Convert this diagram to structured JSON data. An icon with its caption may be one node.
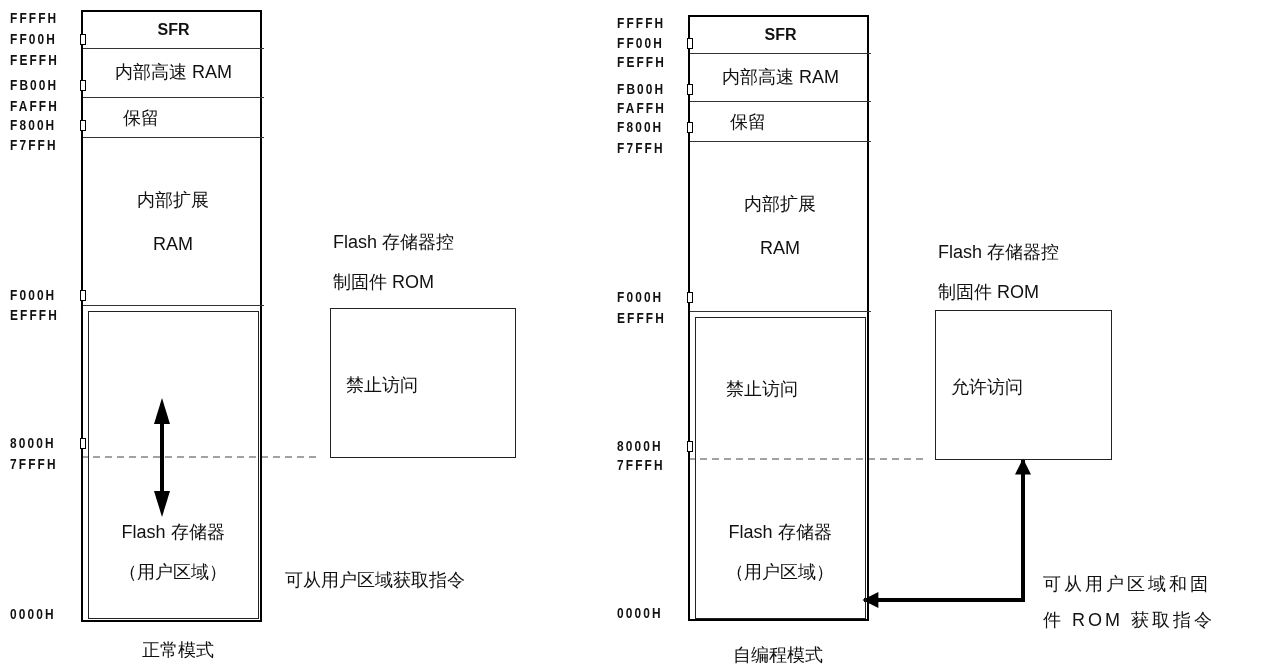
{
  "diagram": {
    "nodes": [
      {
        "text": [],
        "shape": "box",
        "beside": [
          "正常模式"
        ]
      },
      {
        "text": [
          "SFR"
        ],
        "in": 0
      },
      {
        "text": [
          "内部高速 RAM"
        ],
        "in": 0
      },
      {
        "text": [
          "保留"
        ],
        "in": 0
      },
      {
        "text": [
          "内部扩展 RAM"
        ],
        "in": 0
      },
      {
        "text": [
          "Flash 存储器（用户区域）"
        ],
        "in": 0
      },
      {
        "text": [
          "Flash 存储器控制固件 ROM",
          "禁止访问"
        ]
      },
      {
        "text": [],
        "shape": "box",
        "beside": [
          "自编程模式"
        ]
      },
      {
        "text": [
          "SFR"
        ],
        "in": 7
      },
      {
        "text": [
          "内部高速 RAM"
        ],
        "in": 7
      },
      {
        "text": [
          "保留"
        ],
        "in": 7
      },
      {
        "text": [
          "内部扩展 RAM"
        ],
        "in": 7
      },
      {
        "text": [
          "禁止访问",
          "Flash 存储器（用户区域）"
        ],
        "in": 7
      },
      {
        "text": [
          "Flash 存储器控制固件 ROM",
          "允许访问"
        ]
      }
    ],
    "edges": [
      {
        "from": 12,
        "to": 13,
        "arrow": "both"
      }
    ],
    "labels": [
      "FFFFH",
      "FF00H",
      "FEFFH",
      "FB00H",
      "FAFFH",
      "F800H",
      "F7FFH",
      "F000H",
      "EFFFH",
      "8000H",
      "7FFFH",
      "0000H",
      "可从用户区域获取指令",
      "FFFFH",
      "FF00H",
      "FEFFH",
      "FB00H",
      "FAFFH",
      "F800H",
      "F7FFH",
      "F000H",
      "EFFFH",
      "8000H",
      "7FFFH",
      "0000H",
      "可从用户区域和固件 ROM 获取指令"
    ]
  }
}
